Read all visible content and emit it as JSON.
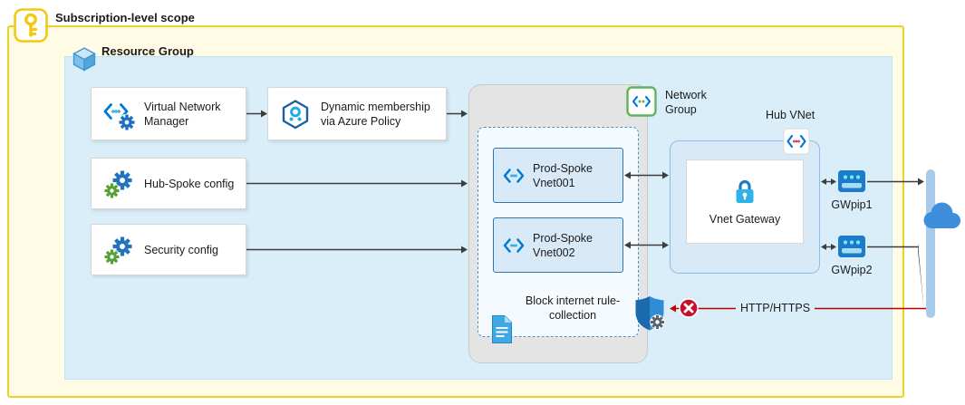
{
  "scope": {
    "subscription_label": "Subscription-level scope",
    "resource_group_label": "Resource Group"
  },
  "left_nodes": {
    "vnm": "Virtual Network Manager",
    "dynamic_membership": "Dynamic membership via Azure Policy",
    "hub_spoke_config": "Hub-Spoke config",
    "security_config": "Security config"
  },
  "network_group": {
    "label": "Network Group",
    "spokes": [
      "Prod-Spoke Vnet001",
      "Prod-Spoke Vnet002"
    ],
    "rule_collection_label": "Block internet rule-collection"
  },
  "hub": {
    "label": "Hub VNet",
    "gateway_label": "Vnet Gateway"
  },
  "edge": {
    "gwpip1": "GWpip1",
    "gwpip2": "GWpip2",
    "blocked_label": "HTTP/HTTPS"
  },
  "icons": {
    "key-icon": "subscription scope key badge",
    "cube-icon": "resource group cube",
    "virtual-network-manager-icon": "angle brackets with gear",
    "policy-hexagon-icon": "Azure Policy hexagon with dots",
    "gears-icon": "configuration gears (blue + green)",
    "network-group-icon": "network group square with brackets",
    "virtual-network-icon": "angle brackets with dots",
    "lock-icon": "gateway lock",
    "public-ip-icon": "public IP block",
    "document-icon": "rule collection document",
    "firewall-shield-icon": "security admin shield with gear",
    "blocked-icon": "red deny circle with X",
    "cloud-icon": "internet cloud"
  },
  "colors": {
    "subscription_border": "#EDD226",
    "subscription_fill": "#FFFBE5",
    "resource_group_fill": "#D9EEF9",
    "container_gray": "#E4E4E4",
    "spoke_fill": "#D8EAF8",
    "spoke_border": "#2E75B6",
    "dashed_border": "#4A90D0",
    "accent_blue": "#0078D4",
    "blocked_red": "#C00000"
  }
}
